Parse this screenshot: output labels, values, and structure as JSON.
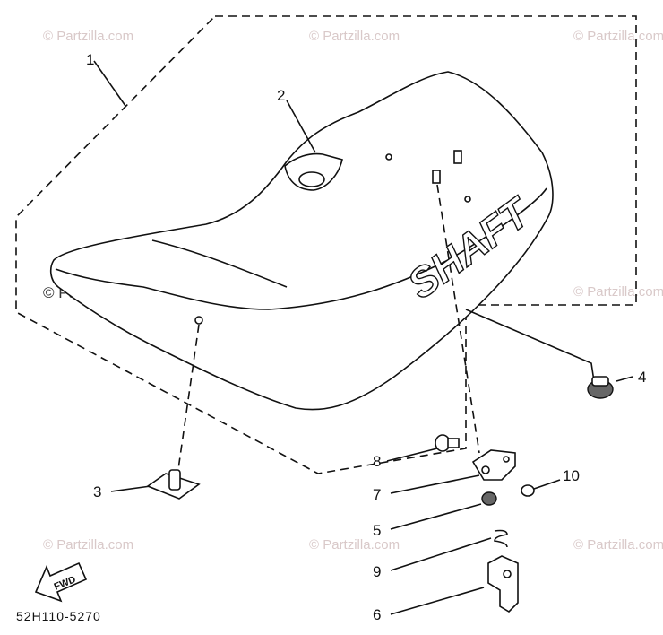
{
  "watermark": "© Partzilla.com",
  "watermark_prominent": "© Partzilla.com",
  "seat_logo_text": "SHAFT",
  "fwd_label": "FWD",
  "diagram_code": "52H110-5270",
  "callouts": [
    "1",
    "2",
    "3",
    "4",
    "5",
    "6",
    "7",
    "8",
    "9",
    "10"
  ]
}
